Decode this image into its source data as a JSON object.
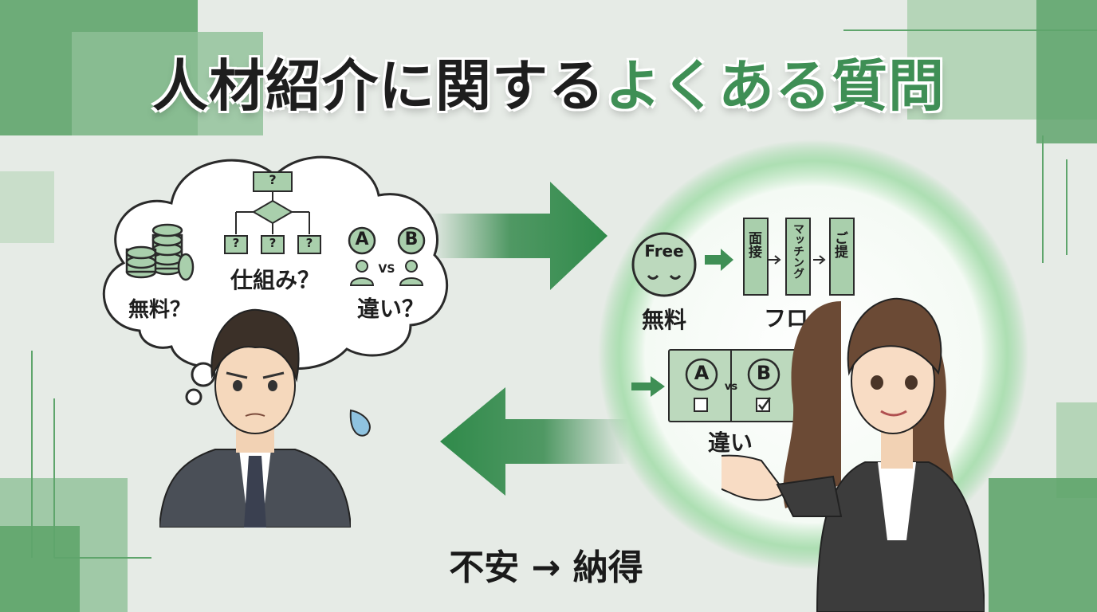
{
  "title": {
    "dark": "人材紹介に関する",
    "accent": "よくある質問"
  },
  "thought": {
    "fee_label": "無料？",
    "system_label": "仕組み？",
    "diff_label": "違い？",
    "q_mark": "?",
    "opt_a": "A",
    "opt_b": "B",
    "vs": "VS"
  },
  "answer": {
    "free_badge": "Free",
    "free_label": "無料",
    "flow_steps": [
      "面接",
      "マッチング",
      "ご提"
    ],
    "flow_label": "フロー",
    "compare_a": "A",
    "compare_b": "B",
    "compare_vs": "vs",
    "diff_label": "違い"
  },
  "bottom_caption": "不安 → 納得",
  "colors": {
    "accent": "#3f8f55",
    "accent_light": "#a9cfac",
    "panel_green": "#bcd9bd",
    "background": "#e6ebe6"
  },
  "icons": [
    "coin-stack-icon",
    "flowchart-icon",
    "person-icon",
    "smile-icon",
    "checkbox-icon",
    "arrow-right-icon",
    "arrow-left-icon",
    "sweat-drop-icon"
  ]
}
